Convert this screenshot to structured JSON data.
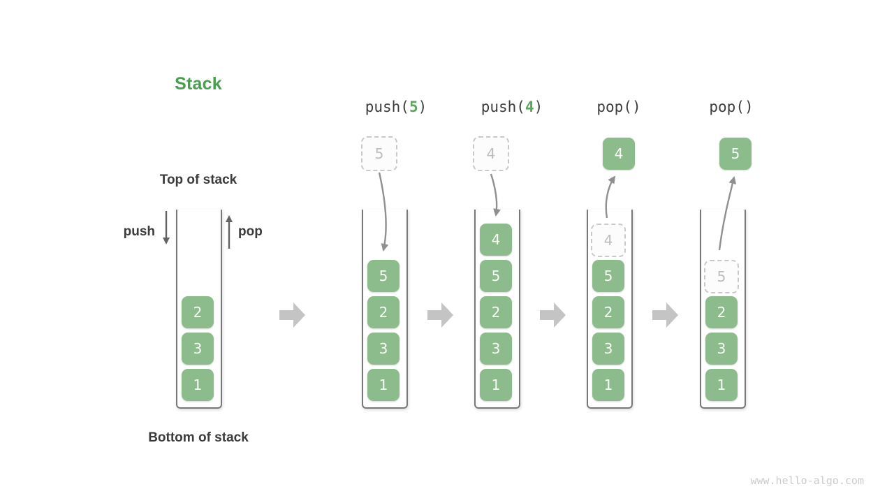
{
  "diagram": {
    "title": "Stack",
    "top_label": "Top of stack",
    "bottom_label": "Bottom of stack",
    "push_label": "push",
    "pop_label": "pop",
    "watermark": "www.hello-algo.com",
    "colors": {
      "title_green": "#46a04e",
      "box_green": "#8cbc8c",
      "box_text": "#f9fcf9",
      "label_dark": "#3b3b3b",
      "arg_green": "#5ba55e",
      "dashed_border": "#c9c9c9",
      "ghost_text": "#bdbdbd",
      "container_stroke": "#787878",
      "flow_arrow_gray": "#c4c4c4",
      "curve_arrow_gray": "#909090",
      "pushpop_arrow": "#636363"
    }
  },
  "operations": [
    {
      "prefix": "push(",
      "arg": "5",
      "suffix": ")"
    },
    {
      "prefix": "push(",
      "arg": "4",
      "suffix": ")"
    },
    {
      "prefix": "pop()",
      "arg": "",
      "suffix": ""
    },
    {
      "prefix": "pop()",
      "arg": "",
      "suffix": ""
    }
  ],
  "stacks": {
    "initial": {
      "cells": [
        "2",
        "3",
        "1"
      ]
    },
    "after_push_5": {
      "incoming": "5",
      "cells": [
        "5",
        "2",
        "3",
        "1"
      ]
    },
    "after_push_4": {
      "incoming": "4",
      "cells": [
        "4",
        "5",
        "2",
        "3",
        "1"
      ]
    },
    "after_pop_1": {
      "popped": "4",
      "ghost": "4",
      "cells": [
        "5",
        "2",
        "3",
        "1"
      ]
    },
    "after_pop_2": {
      "popped": "5",
      "ghost": "5",
      "cells": [
        "2",
        "3",
        "1"
      ]
    }
  }
}
